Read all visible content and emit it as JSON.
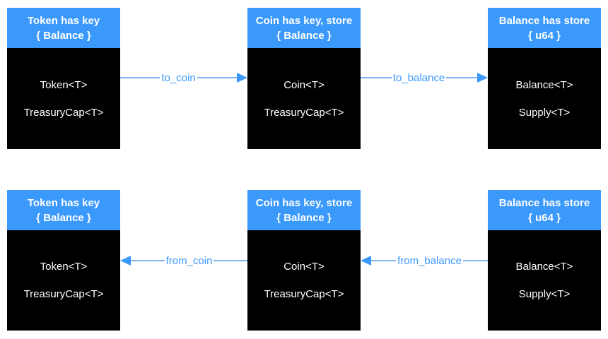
{
  "diagram": {
    "colors": {
      "header_bg": "#3B99FC",
      "body_bg": "#000000",
      "box_text": "#FFFFFF",
      "arrow_line": "#7FB2F4",
      "arrow_accent": "#3B99FC",
      "background": "#FFFFFF"
    },
    "rows": [
      {
        "boxes": [
          {
            "title_line1": "Token has key",
            "title_line2": "{ Balance }",
            "fields": [
              "Token<T>",
              "TreasuryCap<T>"
            ]
          },
          {
            "title_line1": "Coin has key, store",
            "title_line2": "{ Balance }",
            "fields": [
              "Coin<T>",
              "TreasuryCap<T>"
            ]
          },
          {
            "title_line1": "Balance has store",
            "title_line2": "{ u64 }",
            "fields": [
              "Balance<T>",
              "Supply<T>"
            ]
          }
        ],
        "arrows": [
          {
            "label": "to_coin",
            "direction": "right"
          },
          {
            "label": "to_balance",
            "direction": "right"
          }
        ]
      },
      {
        "boxes": [
          {
            "title_line1": "Token has key",
            "title_line2": "{ Balance }",
            "fields": [
              "Token<T>",
              "TreasuryCap<T>"
            ]
          },
          {
            "title_line1": "Coin has key, store",
            "title_line2": "{ Balance }",
            "fields": [
              "Coin<T>",
              "TreasuryCap<T>"
            ]
          },
          {
            "title_line1": "Balance has store",
            "title_line2": "{ u64 }",
            "fields": [
              "Balance<T>",
              "Supply<T>"
            ]
          }
        ],
        "arrows": [
          {
            "label": "from_coin",
            "direction": "left"
          },
          {
            "label": "from_balance",
            "direction": "left"
          }
        ]
      }
    ]
  }
}
